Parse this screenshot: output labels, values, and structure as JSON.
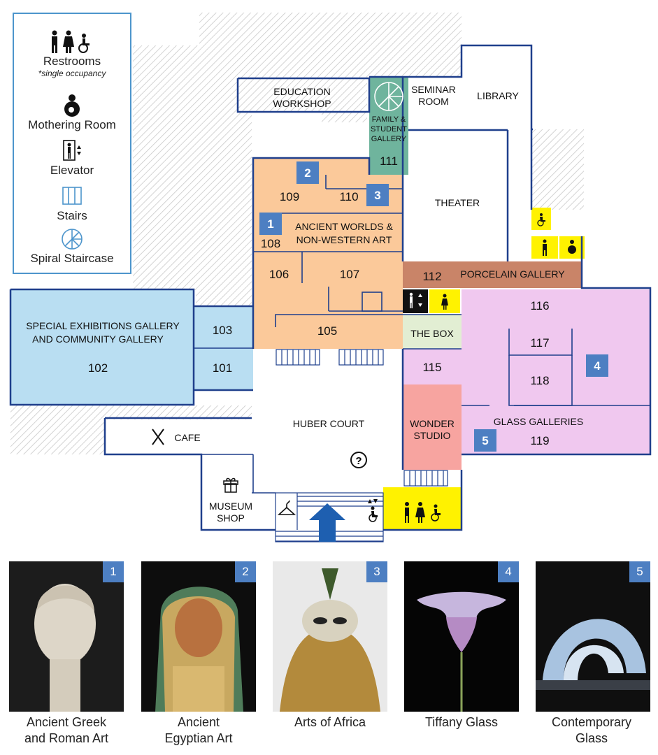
{
  "legend": {
    "restrooms_label": "Restrooms",
    "restrooms_note": "*single occupancy",
    "mothering_label": "Mothering Room",
    "elevator_label": "Elevator",
    "stairs_label": "Stairs",
    "spiral_label": "Spiral Staircase"
  },
  "rooms": {
    "education_workshop": [
      "EDUCATION",
      "WORKSHOP"
    ],
    "family_gallery": [
      "FAMILY &",
      "STUDENT",
      "GALLERY"
    ],
    "family_num": "111",
    "seminar_room": [
      "SEMINAR",
      "ROOM"
    ],
    "library": "LIBRARY",
    "theater": "THEATER",
    "r109": "109",
    "r110": "110",
    "ancient_worlds": [
      "ANCIENT WORLDS &",
      "NON-WESTERN ART"
    ],
    "r108": "108",
    "r106": "106",
    "r107": "107",
    "r105": "105",
    "r112": "112",
    "porcelain": "PORCELAIN GALLERY",
    "r116": "116",
    "r117": "117",
    "r118": "118",
    "glass_galleries": "GLASS GALLERIES",
    "r119": "119",
    "the_box": "THE BOX",
    "r115": "115",
    "wonder_studio": [
      "WONDER",
      "STUDIO"
    ],
    "special_exhibitions": [
      "SPECIAL EXHIBITIONS GALLERY",
      "AND COMMUNITY GALLERY"
    ],
    "r102": "102",
    "r103": "103",
    "r101": "101",
    "huber_court": "HUBER COURT",
    "cafe": "CAFE",
    "museum_shop": [
      "MUSEUM",
      "SHOP"
    ]
  },
  "markers": [
    "1",
    "2",
    "3",
    "4",
    "5"
  ],
  "icons": {
    "info": "?"
  },
  "colors": {
    "ancient": "#fbc99a",
    "special": "#b9def2",
    "glass": "#f0c8ef",
    "porcelain": "#c98468",
    "family": "#6fb49d",
    "wonder": "#f7a4a0",
    "thebox": "#e2eed3",
    "restroom": "#fff200",
    "wall": "#1f3f8c",
    "marker": "#4d7fc2",
    "arrow": "#1e5fb0"
  },
  "highlights": [
    {
      "badge": "1",
      "caption": [
        "Ancient Greek",
        "and Roman Art"
      ]
    },
    {
      "badge": "2",
      "caption": [
        "Ancient",
        "Egyptian Art"
      ]
    },
    {
      "badge": "3",
      "caption": [
        "Arts of Africa"
      ]
    },
    {
      "badge": "4",
      "caption": [
        "Tiffany Glass"
      ]
    },
    {
      "badge": "5",
      "caption": [
        "Contemporary",
        "Glass"
      ]
    }
  ]
}
